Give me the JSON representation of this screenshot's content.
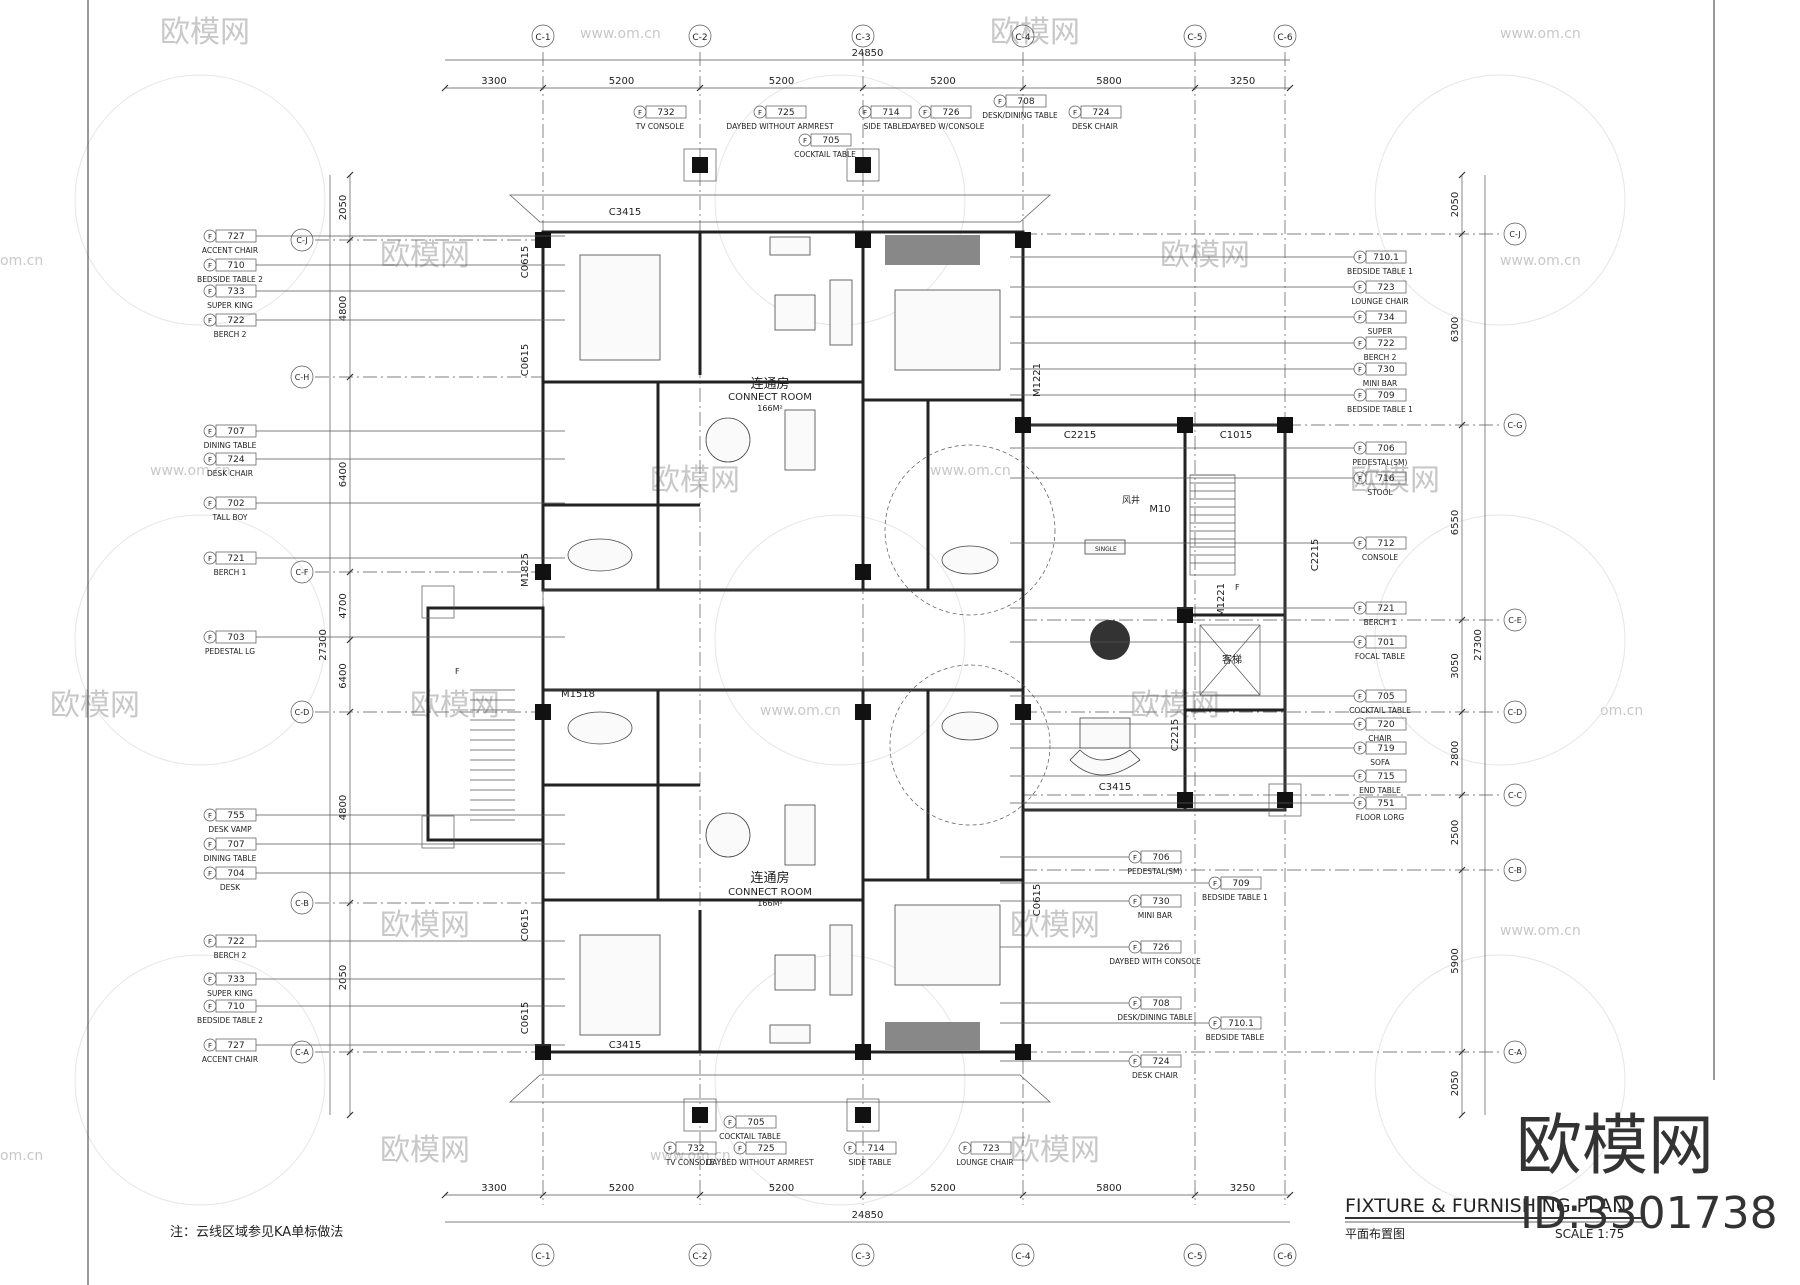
{
  "grid_top": [
    "C-1",
    "C-2",
    "C-3",
    "C-4",
    "C-5",
    "C-6"
  ],
  "grid_bottom": [
    "C-1",
    "C-2",
    "C-3",
    "C-4",
    "C-5",
    "C-6"
  ],
  "grid_left": [
    "C-J",
    "C-H",
    "C-F",
    "C-D",
    "C-B",
    "C-A"
  ],
  "grid_right": [
    "C-J",
    "C-G",
    "C-E",
    "C-D",
    "C-C",
    "C-B",
    "C-A"
  ],
  "dims_top": [
    "3300",
    "5200",
    "5200",
    "5200",
    "5800",
    "3250"
  ],
  "dims_top_total": "24850",
  "dims_bottom": [
    "3300",
    "5200",
    "5200",
    "5200",
    "5800",
    "3250"
  ],
  "dims_bottom_total": "24850",
  "dims_left": [
    "2050",
    "4800",
    "6400",
    "4700",
    "6400",
    "4800",
    "2050"
  ],
  "dims_left_total": "27300",
  "dims_right": [
    "2050",
    "6300",
    "6550",
    "3050",
    "2800",
    "2500",
    "5900",
    "2050"
  ],
  "dims_right_total": "27300",
  "rooms": {
    "top_cn": "连通房",
    "top_en": "CONNECT ROOM",
    "top_area": "166M²",
    "bottom_cn": "连通房",
    "bottom_en": "CONNECT ROOM",
    "bottom_area": "166M²"
  },
  "openings": [
    "C3415",
    "C0615",
    "C0615",
    "C2215",
    "C1015",
    "M10",
    "C2215",
    "C3415",
    "C2215",
    "M1825",
    "M1518",
    "C3415",
    "C0615",
    "C0615",
    "C0615",
    "M1221",
    "M1221"
  ],
  "tags_left": [
    {
      "code": "727",
      "label": "ACCENT CHAIR"
    },
    {
      "code": "710",
      "label": "BEDSIDE TABLE 2"
    },
    {
      "code": "733",
      "label": "SUPER KING"
    },
    {
      "code": "722",
      "label": "BERCH 2"
    },
    {
      "code": "707",
      "label": "DINING TABLE"
    },
    {
      "code": "724",
      "label": "DESK CHAIR"
    },
    {
      "code": "702",
      "label": "TALL BOY"
    },
    {
      "code": "721",
      "label": "BERCH 1"
    },
    {
      "code": "703",
      "label": "PEDESTAL LG"
    },
    {
      "code": "755",
      "label": "DESK VAMP"
    },
    {
      "code": "707",
      "label": "DINING TABLE"
    },
    {
      "code": "704",
      "label": "DESK"
    },
    {
      "code": "722",
      "label": "BERCH 2"
    },
    {
      "code": "733",
      "label": "SUPER KING"
    },
    {
      "code": "710",
      "label": "BEDSIDE TABLE 2"
    },
    {
      "code": "727",
      "label": "ACCENT CHAIR"
    }
  ],
  "tags_right": [
    {
      "code": "710.1",
      "label": "BEDSIDE TABLE 1"
    },
    {
      "code": "723",
      "label": "LOUNGE CHAIR"
    },
    {
      "code": "734",
      "label": "SUPER"
    },
    {
      "code": "722",
      "label": "BERCH 2"
    },
    {
      "code": "730",
      "label": "MINI BAR"
    },
    {
      "code": "709",
      "label": "BEDSIDE TABLE 1"
    },
    {
      "code": "706",
      "label": "PEDESTAL(SM)"
    },
    {
      "code": "716",
      "label": "STOOL"
    },
    {
      "code": "712",
      "label": "CONSOLE"
    },
    {
      "code": "721",
      "label": "BERCH 1"
    },
    {
      "code": "701",
      "label": "FOCAL TABLE"
    },
    {
      "code": "705",
      "label": "COCKTAIL TABLE"
    },
    {
      "code": "720",
      "label": "CHAIR"
    },
    {
      "code": "719",
      "label": "SOFA"
    },
    {
      "code": "715",
      "label": "END TABLE"
    },
    {
      "code": "751",
      "label": "FLOOR LORG"
    }
  ],
  "tags_mid_right": [
    {
      "code": "706",
      "label": "PEDESTAL(SM)"
    },
    {
      "code": "709",
      "label": "BEDSIDE TABLE 1"
    },
    {
      "code": "730",
      "label": "MINI BAR"
    },
    {
      "code": "726",
      "label": "DAYBED WITH CONSOLE"
    },
    {
      "code": "708",
      "label": "DESK/DINING TABLE"
    },
    {
      "code": "710.1",
      "label": "BEDSIDE TABLE"
    },
    {
      "code": "724",
      "label": "DESK CHAIR"
    }
  ],
  "tags_top": [
    {
      "code": "732",
      "label": "TV CONSOLE"
    },
    {
      "code": "725",
      "label": "DAYBED WITHOUT ARMREST"
    },
    {
      "code": "705",
      "label": "COCKTAIL TABLE"
    },
    {
      "code": "714",
      "label": "SIDE TABLE"
    },
    {
      "code": "726",
      "label": "DAYBED W/CONSOLE"
    },
    {
      "code": "708",
      "label": "DESK/DINING TABLE"
    },
    {
      "code": "724",
      "label": "DESK CHAIR"
    }
  ],
  "tags_bottom": [
    {
      "code": "705",
      "label": "COCKTAIL TABLE"
    },
    {
      "code": "732",
      "label": "TV CONSOLE"
    },
    {
      "code": "725",
      "label": "DAYBED WITHOUT ARMREST"
    },
    {
      "code": "714",
      "label": "SIDE TABLE"
    },
    {
      "code": "723",
      "label": "LOUNGE CHAIR"
    }
  ],
  "tag_prefix": "F",
  "misc_labels": {
    "stair_f": "F",
    "stair_f2": "F",
    "lobby": "客梯",
    "fire": "风井",
    "sign": "SINGLE"
  },
  "note": "注：云线区域参见KA单标做法",
  "title_block": {
    "title": "FIXTURE & FURNISHING PLAN",
    "subtitle": "平面布置图",
    "scale": "SCALE   1:75"
  },
  "watermark": {
    "brand": "欧模网",
    "url": "www.om.cn",
    "url_fragment": "om.cn",
    "big_brand": "欧模网",
    "id": "ID:3301738"
  }
}
